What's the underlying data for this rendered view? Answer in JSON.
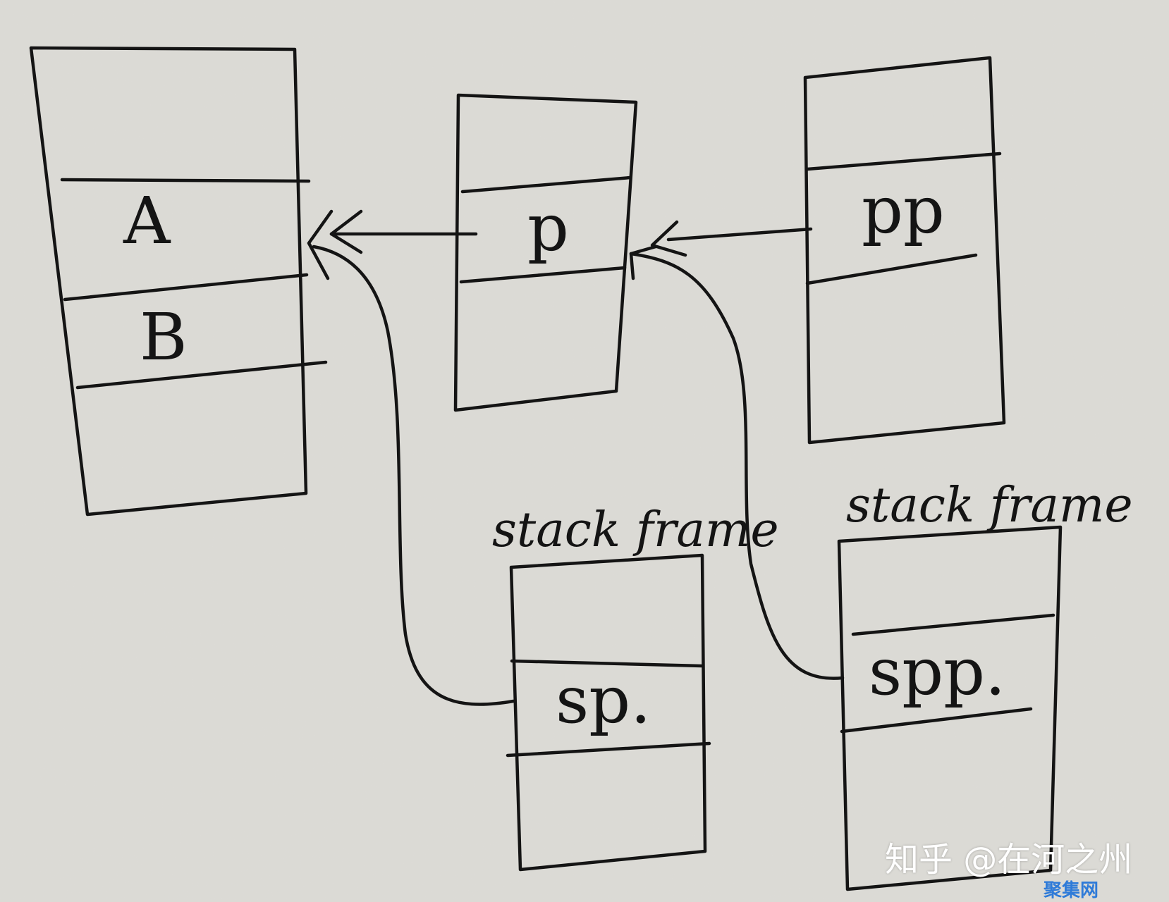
{
  "diagram": {
    "struct_box": {
      "cells": [
        "A",
        "B"
      ]
    },
    "pointer_p": {
      "label": "p"
    },
    "pointer_pp": {
      "label": "pp"
    },
    "frame_sp": {
      "caption": "stack frame",
      "label": "sp."
    },
    "frame_spp": {
      "caption": "stack frame",
      "label": "spp."
    }
  },
  "watermark": {
    "text": "知乎 @在河之州",
    "logo": "聚集网"
  }
}
